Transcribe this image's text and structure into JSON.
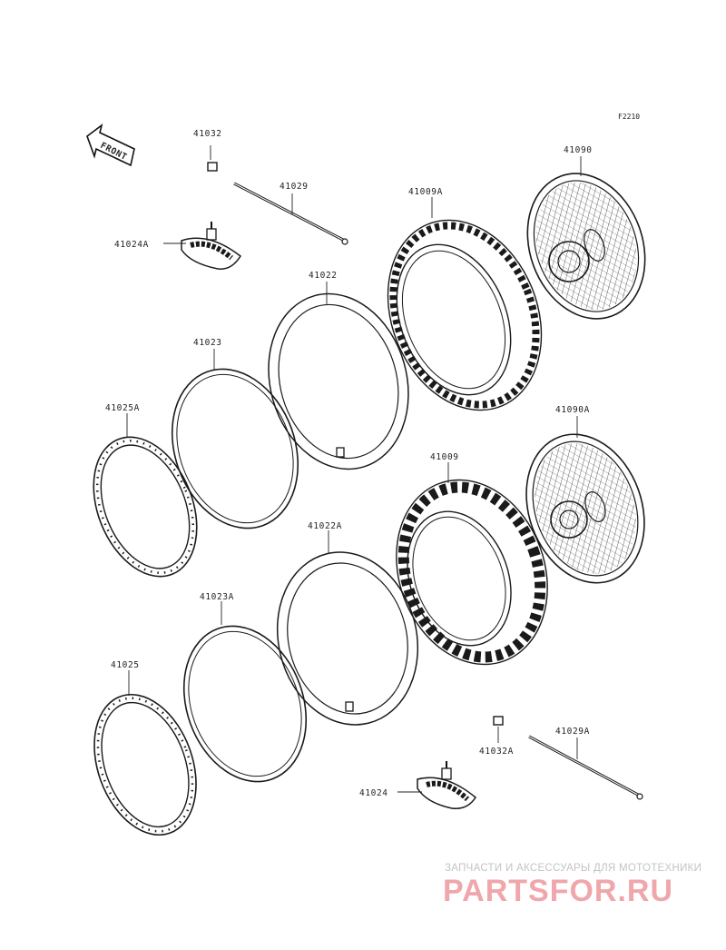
{
  "figure_code": "F2210",
  "front_label": "FRONT",
  "parts": {
    "axle_nut_rear": "41032",
    "axle_rear": "41029",
    "rim_lock_rear": "41024A",
    "tube_rear": "41022",
    "rim_band_rear": "41023",
    "rim_rear": "41025A",
    "tire_rear": "41009A",
    "wheel_rear": "41090",
    "wheel_front": "41090A",
    "tire_front": "41009",
    "tube_front": "41022A",
    "rim_band_front": "41023A",
    "rim_front": "41025",
    "axle_front": "41029A",
    "axle_nut_front": "41032A",
    "rim_lock_front": "41024"
  },
  "watermark": {
    "tagline": "ЗАПЧАСТИ И АКСЕССУАРЫ ДЛЯ МОТОТЕХНИКИ",
    "brand": "PARTSFOR.RU"
  }
}
